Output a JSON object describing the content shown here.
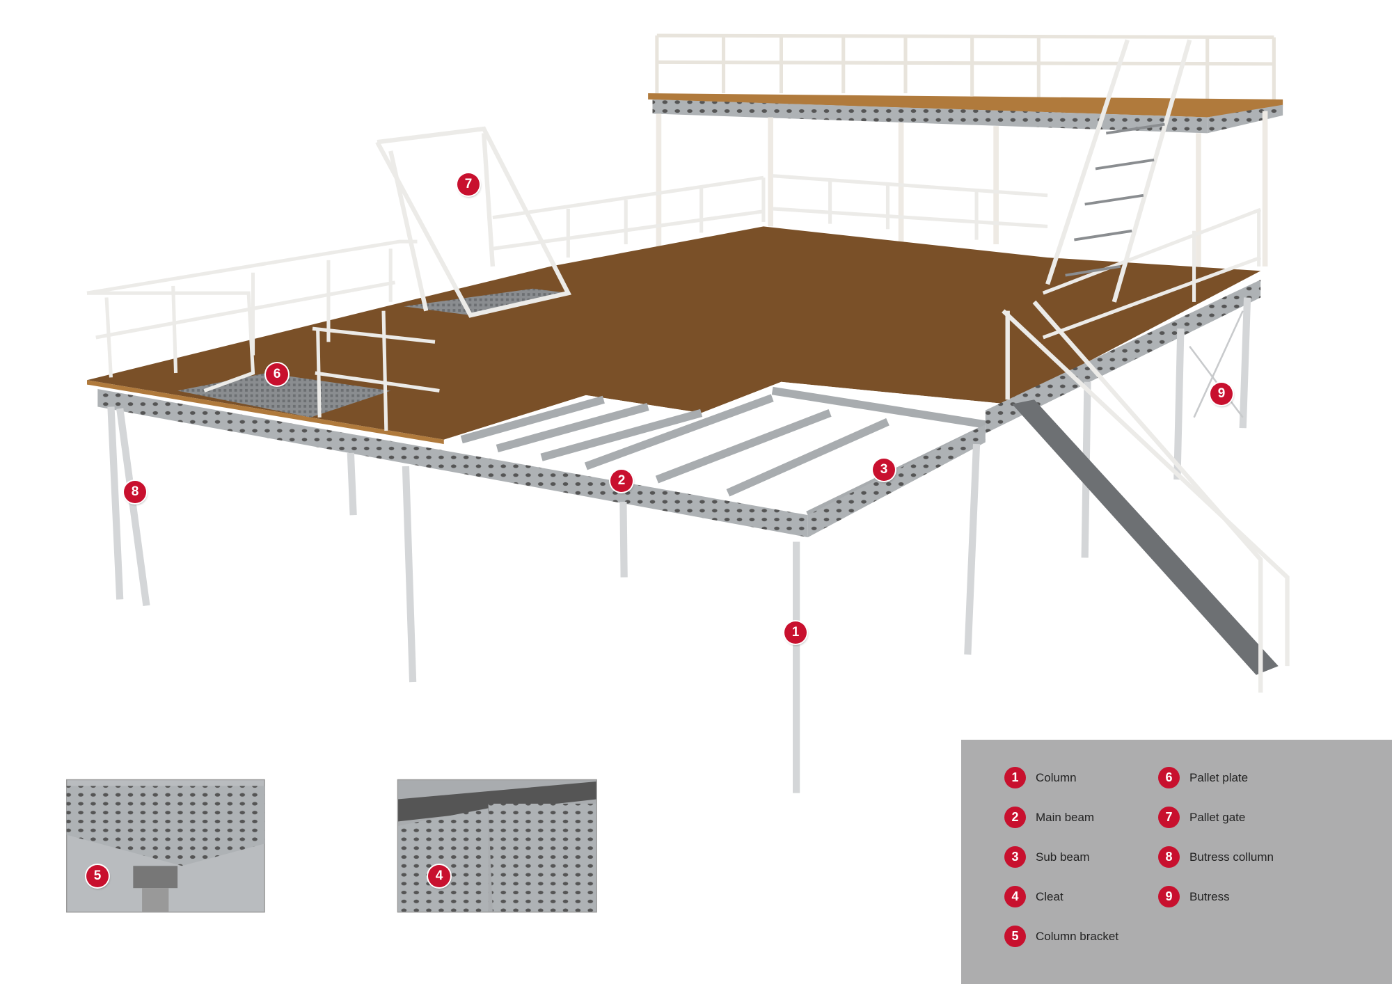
{
  "markers": [
    {
      "n": "1",
      "label": "Column"
    },
    {
      "n": "2",
      "label": "Main beam"
    },
    {
      "n": "3",
      "label": "Sub beam"
    },
    {
      "n": "4",
      "label": "Cleat"
    },
    {
      "n": "5",
      "label": "Column bracket"
    },
    {
      "n": "6",
      "label": "Pallet plate"
    },
    {
      "n": "7",
      "label": "Pallet gate"
    },
    {
      "n": "8",
      "label": "Butress collumn"
    },
    {
      "n": "9",
      "label": "Butress"
    }
  ],
  "colors": {
    "marker": "#c8102e",
    "floor": "#7a5028",
    "steel": "#b8bcbf",
    "legend_bg": "#adadae"
  }
}
